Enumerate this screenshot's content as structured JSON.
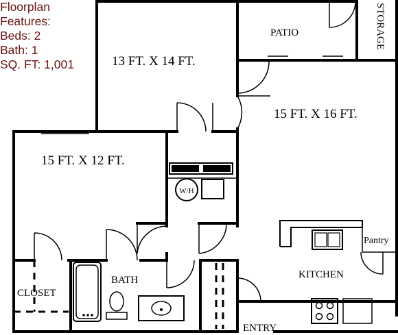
{
  "features": {
    "title": "Floorplan",
    "heading": "Features:",
    "beds": "Beds: 2",
    "bath": "Bath: 1",
    "sqft": "SQ. FT: 1,001"
  },
  "rooms": {
    "bedroom_top": "13 FT. X 14 FT.",
    "living": "15 FT. X 16 FT.",
    "bedroom_left": "15 FT. X 12 FT.",
    "patio": "PATIO",
    "storage": "STORAGE",
    "water_heater": "W/H",
    "closet": "CLOSET",
    "bath": "BATH",
    "kitchen": "KITCHEN",
    "pantry": "Pantry",
    "entry": "ENTRY"
  }
}
